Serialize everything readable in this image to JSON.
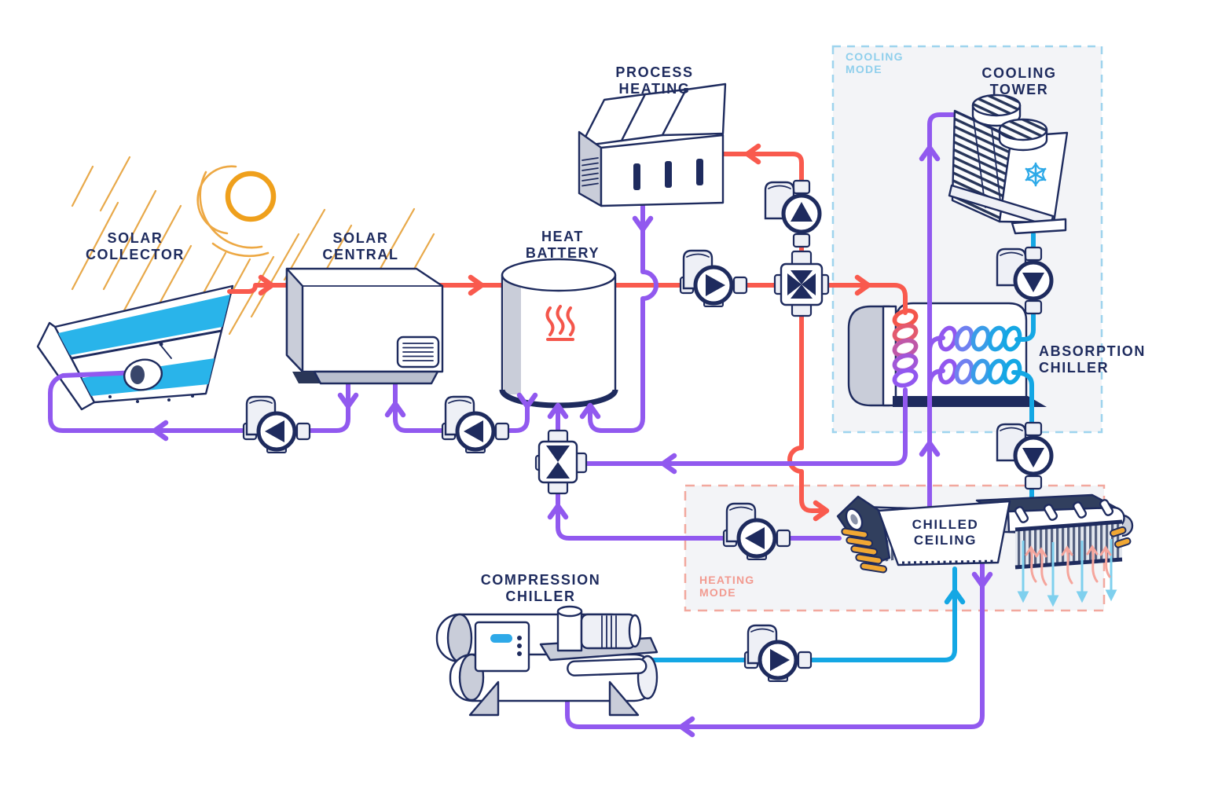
{
  "regions": {
    "cooling_mode": {
      "label": "COOLING\nMODE",
      "color": "#8fcfec"
    },
    "heating_mode": {
      "label": "HEATING\nMODE",
      "color": "#f29a90"
    }
  },
  "equipment": {
    "solar_collector": {
      "label": "SOLAR\nCOLLECTOR"
    },
    "solar_central": {
      "label": "SOLAR\nCENTRAL"
    },
    "heat_battery": {
      "label": "HEAT\nBATTERY"
    },
    "process_heating": {
      "label": "PROCESS\nHEATING"
    },
    "cooling_tower": {
      "label": "COOLING\nTOWER"
    },
    "absorption_chiller": {
      "label": "ABSORPTION\nCHILLER"
    },
    "chilled_ceiling": {
      "label": "CHILLED\nCEILING"
    },
    "compression_chiller": {
      "label": "COMPRESSION\nCHILLER"
    }
  },
  "colors": {
    "solar_hot_pipe": "#f95a4e",
    "heat_pipe": "#9159ef",
    "chilled_pipe": "#14a7e4",
    "outline_navy": "#1e2b5e",
    "sun_orange": "#efa01c",
    "connector_yellow": "#f0a733",
    "cool_air_arrow": "#7fd0ee",
    "warm_air_arrow": "#f5a59c",
    "region_fill": "#f3f4f7"
  },
  "icons": {
    "sun": "sun-icon",
    "snowflake": "snowflake-icon",
    "heat_waves": "heat-waves-icon",
    "pump": "pump-icon",
    "three_way_valve": "three-way-valve-icon",
    "four_way_valve": "four-way-valve-icon"
  }
}
